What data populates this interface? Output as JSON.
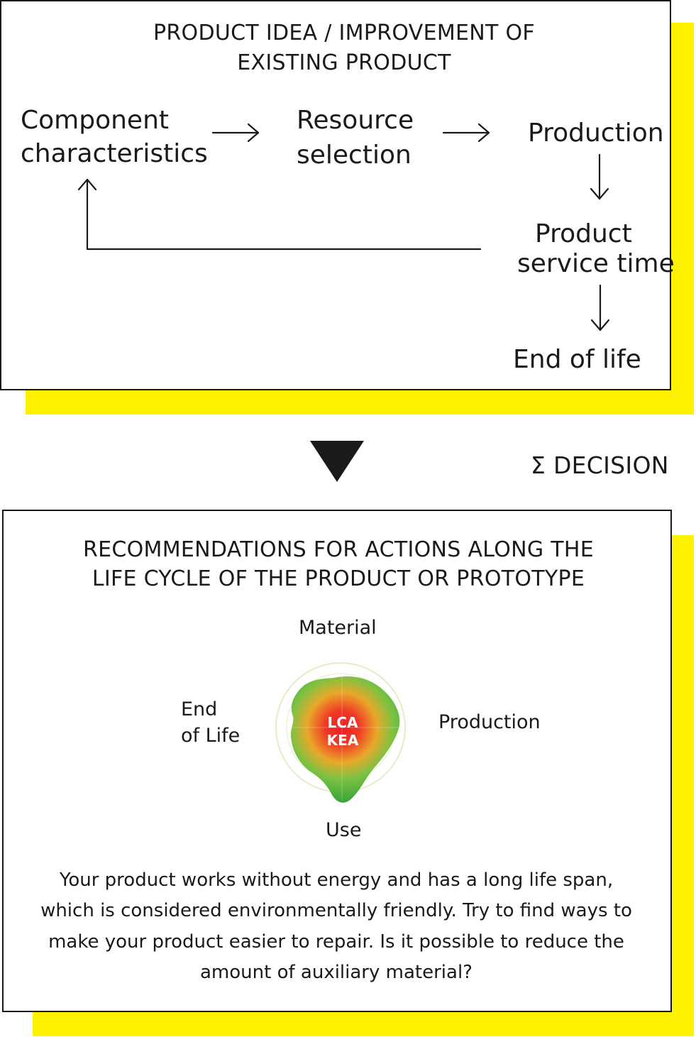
{
  "colors": {
    "accent": "#fff200",
    "ink": "#1a1a1a"
  },
  "process_box": {
    "title_line1": "PRODUCT IDEA / IMPROVEMENT OF",
    "title_line2": "EXISTING PRODUCT",
    "component_line1": "Component",
    "component_line2": "characteristics",
    "resource_line1": "Resource",
    "resource_line2": "selection",
    "production": "Production",
    "service_line1": "Product",
    "service_line2": "service time",
    "end_of_life": "End of life"
  },
  "decision": {
    "label": "Σ DECISION",
    "icon": "down-triangle-icon"
  },
  "recommendation_box": {
    "title_line1": "RECOMMENDATIONS FOR ACTIONS ALONG THE",
    "title_line2": "LIFE CYCLE OF THE PRODUCT OR PROTOTYPE",
    "axis_material": "Material",
    "axis_production": "Production",
    "axis_use": "Use",
    "axis_eol_line1": "End",
    "axis_eol_line2": "of Life",
    "center_line1": "LCA",
    "center_line2": "KEA",
    "text_line1": "Your product works without energy and has a long life span,",
    "text_line2": "which is considered environmentally friendly. Try to find ways to",
    "text_line3": "make your product easier to repair. Is it possible to reduce the",
    "text_line4": "amount of auxiliary material?"
  }
}
